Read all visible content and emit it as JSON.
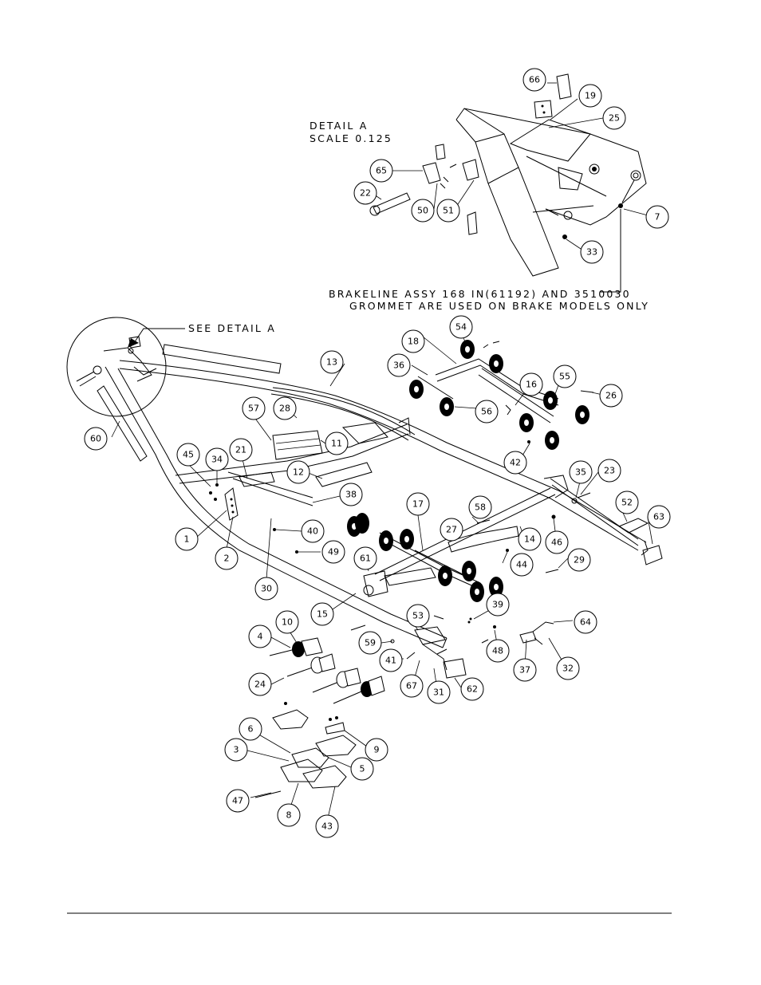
{
  "detail_heading": {
    "line1": "DETAIL  A",
    "line2": "SCALE  0.125"
  },
  "notes": {
    "see_detail": "SEE DETAIL  A",
    "brakeline_line1": "BRAKELINE ASSY 168 IN(61192) AND 3510030",
    "brakeline_line2": "GROMMET ARE USED ON BRAKE MODELS ONLY"
  },
  "callouts": {
    "n1": "1",
    "n2": "2",
    "n3": "3",
    "n4": "4",
    "n5": "5",
    "n6": "6",
    "n7": "7",
    "n8": "8",
    "n9": "9",
    "n10": "10",
    "n11": "11",
    "n12": "12",
    "n13": "13",
    "n14": "14",
    "n15": "15",
    "n16": "16",
    "n17": "17",
    "n18": "18",
    "n19": "19",
    "n21": "21",
    "n22": "22",
    "n23": "23",
    "n24": "24",
    "n25": "25",
    "n26": "26",
    "n27": "27",
    "n28": "28",
    "n29": "29",
    "n30": "30",
    "n31": "31",
    "n32": "32",
    "n33": "33",
    "n34": "34",
    "n35": "35",
    "n36": "36",
    "n37": "37",
    "n38": "38",
    "n39": "39",
    "n40": "40",
    "n41": "41",
    "n42": "42",
    "n43": "43",
    "n44": "44",
    "n45": "45",
    "n46": "46",
    "n47": "47",
    "n48": "48",
    "n49": "49",
    "n50": "50",
    "n51": "51",
    "n52": "52",
    "n53": "53",
    "n54": "54",
    "n55": "55",
    "n56": "56",
    "n57": "57",
    "n58": "58",
    "n59": "59",
    "n60": "60",
    "n61": "61",
    "n62": "62",
    "n63": "63",
    "n64": "64",
    "n65": "65",
    "n66": "66",
    "n67": "67"
  },
  "colors": {
    "ink": "#000000",
    "paper": "#ffffff"
  }
}
